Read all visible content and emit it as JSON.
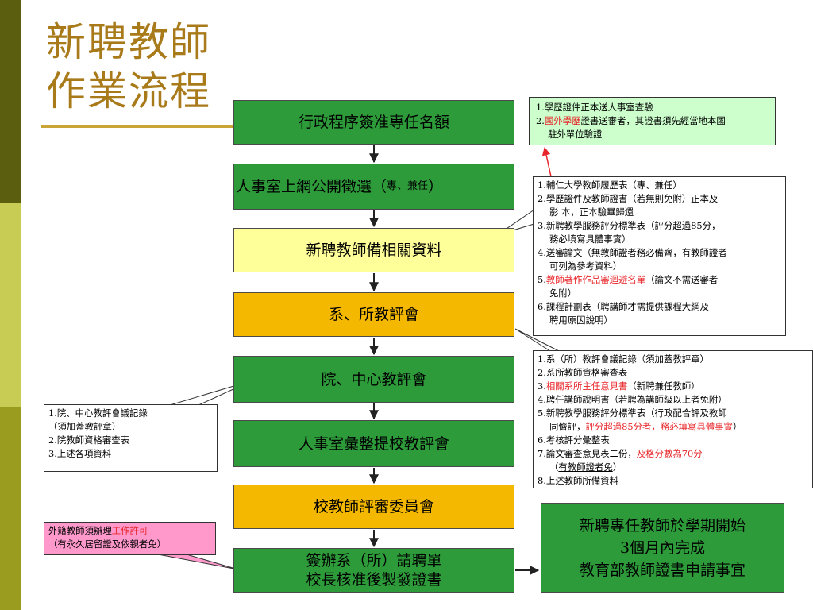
{
  "title": {
    "line1": "新聘教師",
    "line2": "作業流程"
  },
  "colors": {
    "step_green": "#2e9b3a",
    "step_light_yellow": "#ffff99",
    "step_gold": "#f5b800",
    "note_green": "#ccffcc",
    "note_pink": "#ff99cc",
    "highlight_red": "#e8262a",
    "title_gold": "#a87a1a"
  },
  "steps": {
    "s1": "行政程序簽准專任名額",
    "s2_main": "人事室上網公開徵選（",
    "s2_small": "專、兼任",
    "s2_end": "）",
    "s3": "新聘教師備相關資料",
    "s4": "系、所教評會",
    "s5": "院、中心教評會",
    "s6": "人事室彙整提校教評會",
    "s7": "校教師評審委員會",
    "s8": "簽辦系（所）請聘單\n校長核准後製發證書"
  },
  "final": {
    "line1": "新聘專任教師於學期開始",
    "line2": "3個月內完成",
    "line3": "教育部教師證書申請事宜"
  },
  "note1": {
    "l1": "1.學歷證件正本送人事室查驗",
    "l2_num": "2.",
    "l2_red": "國外學歷",
    "l2_rest": "證書送審者，其證書須先經當地本國",
    "l3": "駐外單位驗證"
  },
  "note2": {
    "l1": "1.輔仁大學教師履歷表（專、兼任）",
    "l2_num": "2.",
    "l2_ul": "學歷證件",
    "l2_rest": "及教師證書（若無則免附）正本及",
    "l3": "影 本，正本驗畢歸還",
    "l4": "3.新聘教學服務評分標準表（評分超過85分，",
    "l5": "務必填寫具體事實）",
    "l6": "4.送審論文（無教師證者務必備齊，有教師證者",
    "l7": "可列為參考資料）",
    "l8_num": "5.",
    "l8_red": "教師著作作品審迴避名單",
    "l8_rest": "（論文不需送審者",
    "l9": "免附）",
    "l10": "6.課程計劃表（聘講師才需提供課程大綱及",
    "l11": "聘用原因說明）"
  },
  "note3": {
    "l1": "1.系（所）教評會議記錄（須加蓋教評章）",
    "l2": "2.系所教師資格審查表",
    "l3_num": "3.",
    "l3_red": "相關系所主任意見書",
    "l3_rest": "（新聘兼任教師）",
    "l4": "4.聘任講師說明書（若聘為講師級以上者免附）",
    "l5": "5.新聘教學服務評分標準表（行政配合評及教師",
    "l6_pre": "同儕評，",
    "l6_red": "評分超過85分者，務必填寫具體事實",
    "l6_end": "）",
    "l7": "6.考核評分彙整表",
    "l8_pre": "7.論文審查意見表二份，",
    "l8_red": "及格分數為70分",
    "l9_pre": "（",
    "l9_ul": "有教師證者免",
    "l9_end": "）",
    "l10": "8.上述教師所備資料"
  },
  "note4": {
    "l1": "1.院、中心教評會議記錄",
    "l2": "（須加蓋教評章）",
    "l3": "2.院教師資格審查表",
    "l4": "3.上述各項資料"
  },
  "note5": {
    "l1_pre": "外籍教師須辦理",
    "l1_red": "工作許可",
    "l2": "（有永久居留證及依親者免）"
  }
}
